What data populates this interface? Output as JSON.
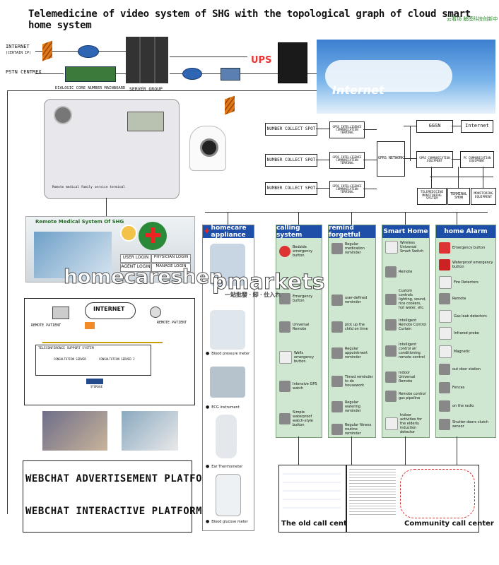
{
  "title": "Telemedicine of video system of SHG with the topological graph of cloud smart home system",
  "brand": "云看场 触摸科技创新中",
  "network": {
    "internet_label": "INTERNET",
    "internet_sub": "(CERTAIN IP)",
    "pstn_label": "PSTN CENTREX",
    "mainboard_label": "DIALOGIC CORE NUMBER MAINBOARD",
    "server_label": "SERVER GROUP",
    "ups_label": "UPS",
    "cloud_label": "Internet"
  },
  "gprs": {
    "spots": [
      "NUMBER COLLECT SPOT",
      "NUMBER COLLECT SPOT",
      "NUMBER COLLECT SPOT"
    ],
    "terminals": [
      "GPRS INTELLIGENCE COMMUNICATION TERMINAL",
      "GPRS INTELLIGENCE COMMUNICATION TERMINAL",
      "GPRS INTELLIGENCE COMMUNICATION TERMINAL"
    ],
    "network": "GPRS NETWORK",
    "ggsn": "GGSN",
    "internet": "Internet",
    "gprs_equipment": "GPRS COMMUNICATION EQUIPMENT",
    "pc_equipment": "PC COMMUNICATION EQUIPMENT",
    "telemedicine": "TELEMEDICINE MONITORING SYSTEM",
    "terminal_show": "TERMINAL SHOW",
    "monitoring": "MONITORING EQUIPMENT"
  },
  "device": {
    "caption": "Remote medical family service terminal"
  },
  "remote": {
    "title": "Remote Medical System Of SHG",
    "user_login": "USER LOGIN",
    "physician_login": "PHYSICIAN LOGIN",
    "agent_login": "AGENT LOGIN",
    "manage_login": "MANAGE LOGIN"
  },
  "topology": {
    "internet": "INTERNET",
    "remote_patient_left": "REMOTE PATIENT",
    "remote_patient_right": "REMOTE PATIENT",
    "support_system": "TELECONFERENCE SUPPORT SYSTEM",
    "server1": "CONSULTATION SERVER",
    "server2": "CONSULTATION SERVER 2",
    "storage": "STORAGE"
  },
  "platforms": [
    "WEBCHAT ADVERTISEMENT PLATFORM",
    "WEBCHAT INTERACTIVE PLATFORM"
  ],
  "columns": [
    {
      "title": "homecare appliance",
      "items": [
        "Blood pressure meter",
        "ECG instrument",
        "Ear Thermometer",
        "Blood glucose meter"
      ]
    },
    {
      "title": "calling system",
      "items": [
        "Bedside emergency button",
        "Emergency button",
        "Universal Remote",
        "Walls emergency button",
        "Intensive GPS watch",
        "Simple waterproof watch-style button"
      ]
    },
    {
      "title": "remind forgetful",
      "items": [
        "Regular medication reminder",
        "user-defined reminder",
        "pick up the child on time",
        "Regular appointment reminder",
        "Timed reminder to do housework",
        "Regular watering reminder",
        "Regular fitness routine reminder"
      ]
    },
    {
      "title": "Smart Home",
      "items": [
        "Wireless Universal Smart Switch",
        "Remote",
        "Custom controls lighting, sound, rice cookers, hot water, etc.",
        "Intelligent Remote Control Curtain",
        "Intelligent control air conditioning remote control",
        "Indoor Universal Remote",
        "Remote control gas pipeline",
        "Indoor activities for the elderly induction detector"
      ]
    },
    {
      "title": "home Alarm",
      "items": [
        "Emergency button",
        "Waterproof emergency button",
        "Fire Detectors",
        "Remote",
        "Gas leak detectors",
        "Infrared probe",
        "Magnetic",
        "out door station",
        "Fences",
        "on the radio",
        "Shutter doors clutch sensor"
      ]
    }
  ],
  "centers": {
    "old": "The old call center",
    "community": "Community call center"
  },
  "watermark": {
    "text1": "homecareshen",
    "text2": "pmarkets",
    "text3": "一站批發 · 卸 · 仕入れ"
  }
}
